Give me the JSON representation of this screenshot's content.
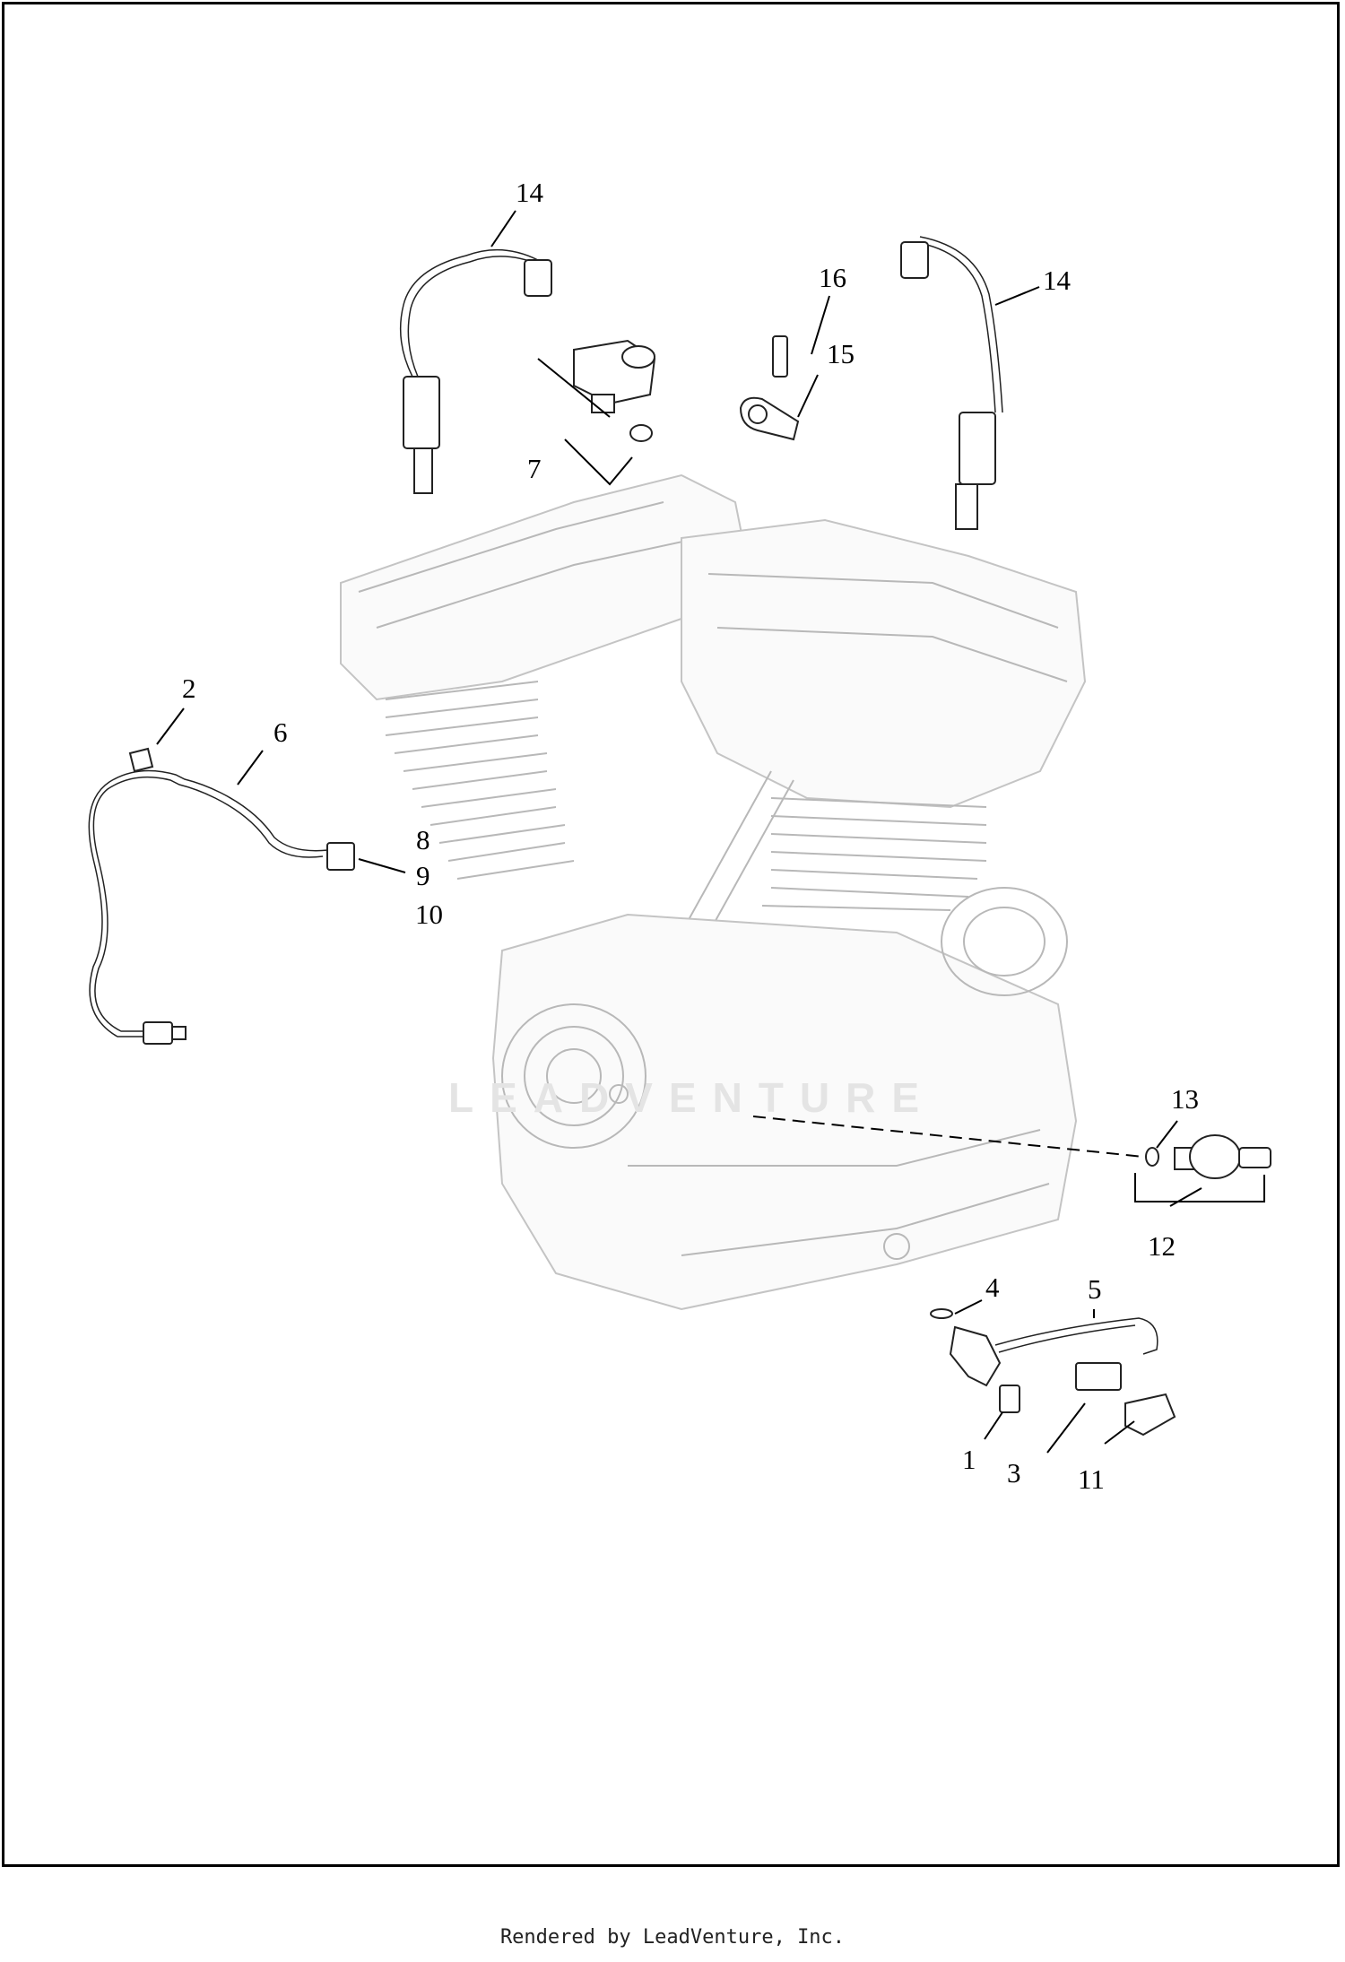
{
  "diagram": {
    "callouts": [
      "14",
      "14",
      "16",
      "15",
      "7",
      "2",
      "6",
      "8",
      "9",
      "10",
      "13",
      "12",
      "4",
      "5",
      "1",
      "3",
      "11"
    ],
    "watermark": "LEADVENTURE"
  },
  "footer": {
    "text": "Rendered by LeadVenture, Inc."
  }
}
